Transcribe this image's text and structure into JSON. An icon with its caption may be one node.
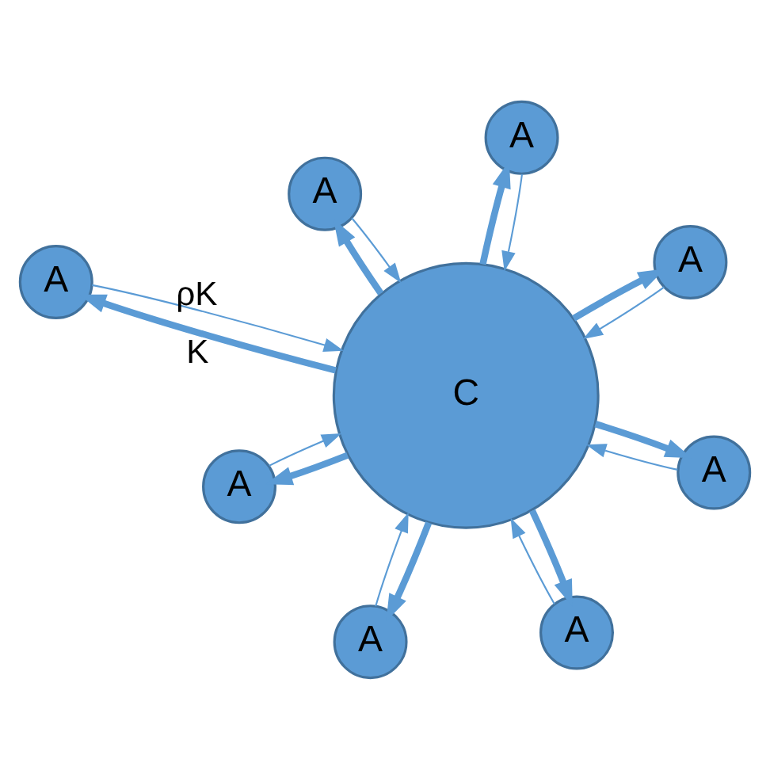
{
  "diagram": {
    "nodes": [
      {
        "text": [
          "A"
        ]
      },
      {
        "text": [
          "A"
        ]
      },
      {
        "text": [
          "A"
        ]
      },
      {
        "text": [
          "A"
        ]
      },
      {
        "text": [
          "C"
        ]
      },
      {
        "text": [
          "A"
        ]
      },
      {
        "text": [
          "A"
        ]
      },
      {
        "text": [
          "A"
        ]
      },
      {
        "text": [
          "A"
        ]
      }
    ],
    "edges": [
      {
        "from": 4,
        "to": 0,
        "arrow": "to",
        "style": "thick",
        "label": "K"
      },
      {
        "from": 0,
        "to": 4,
        "arrow": "to",
        "label": "ρK"
      },
      {
        "from": 4,
        "to": 1,
        "arrow": "to",
        "style": "thick"
      },
      {
        "from": 1,
        "to": 4,
        "arrow": "to"
      },
      {
        "from": 4,
        "to": 2,
        "arrow": "to",
        "style": "thick"
      },
      {
        "from": 2,
        "to": 4,
        "arrow": "to"
      },
      {
        "from": 4,
        "to": 3,
        "arrow": "to",
        "style": "thick"
      },
      {
        "from": 3,
        "to": 4,
        "arrow": "to"
      },
      {
        "from": 4,
        "to": 5,
        "arrow": "to",
        "style": "thick"
      },
      {
        "from": 5,
        "to": 4,
        "arrow": "to"
      },
      {
        "from": 4,
        "to": 6,
        "arrow": "to",
        "style": "thick"
      },
      {
        "from": 6,
        "to": 4,
        "arrow": "to"
      },
      {
        "from": 4,
        "to": 7,
        "arrow": "to",
        "style": "thick"
      },
      {
        "from": 7,
        "to": 4,
        "arrow": "to"
      },
      {
        "from": 4,
        "to": 8,
        "arrow": "to",
        "style": "thick"
      },
      {
        "from": 8,
        "to": 4,
        "arrow": "to"
      }
    ]
  }
}
